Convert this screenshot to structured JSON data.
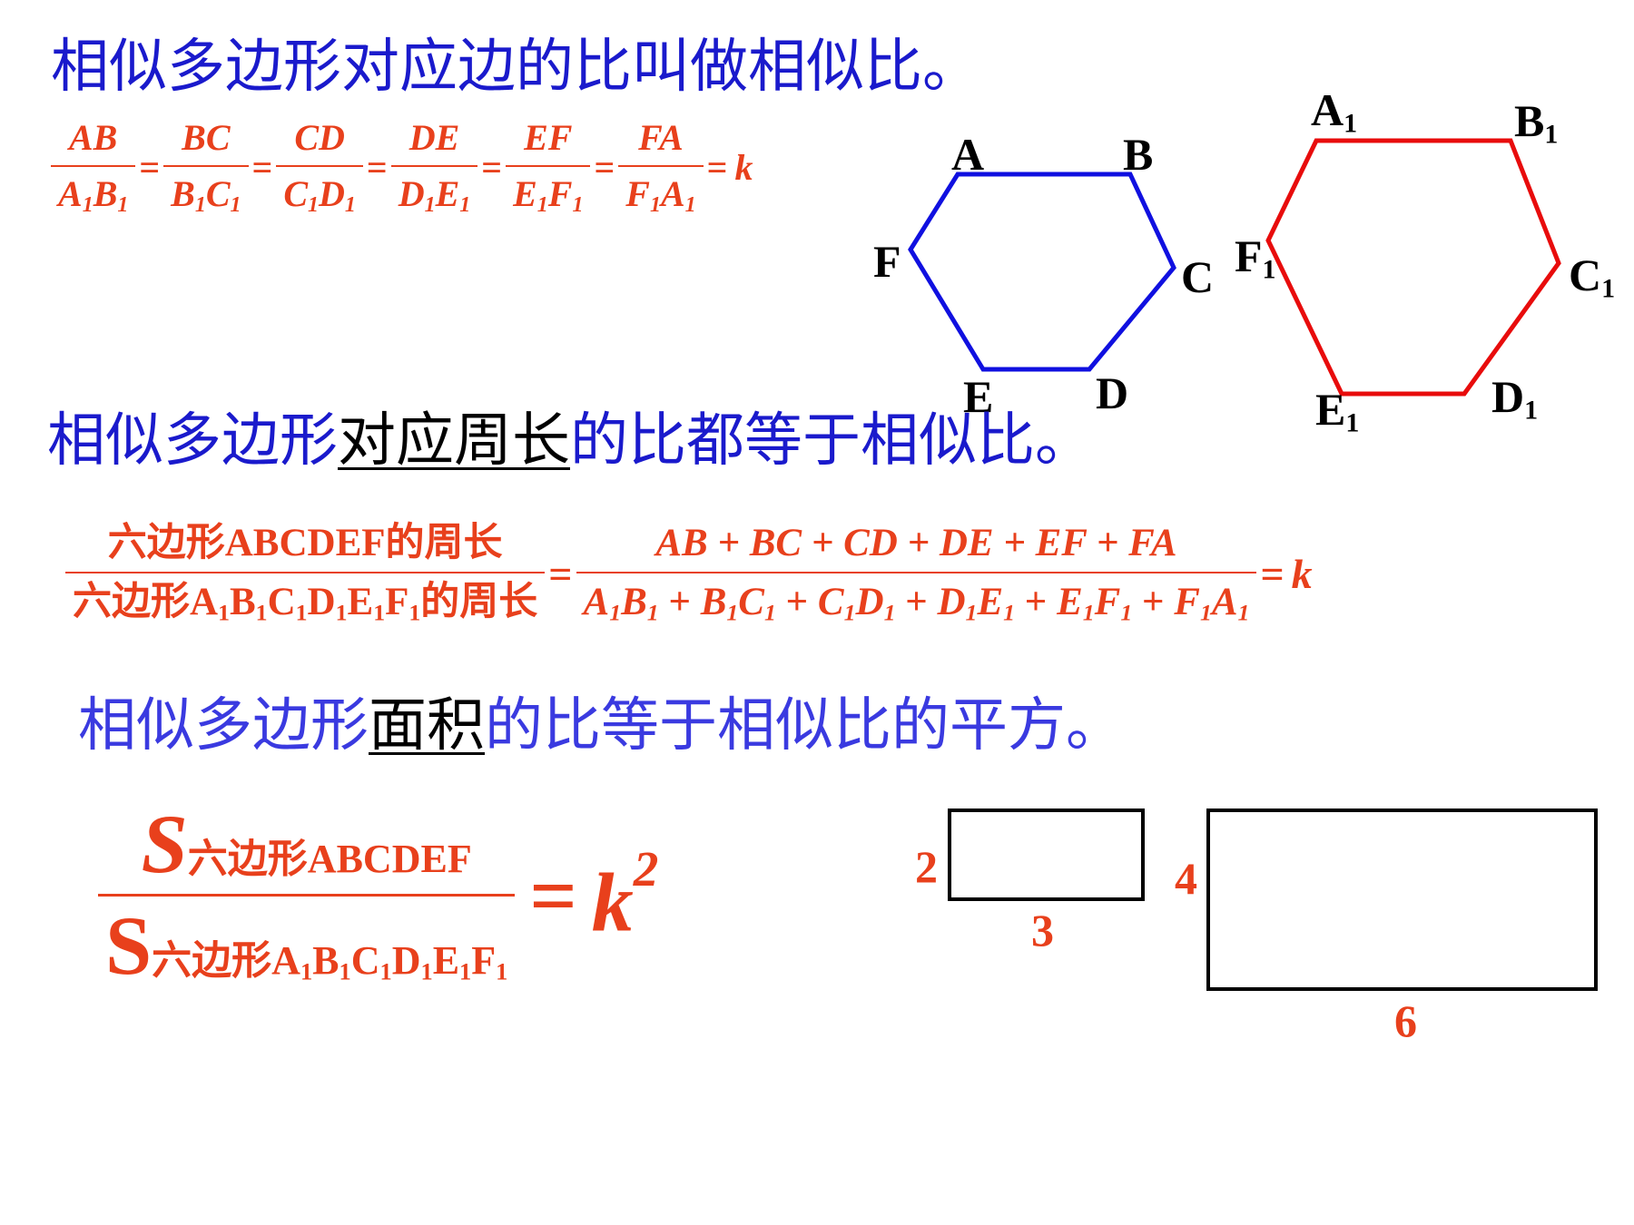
{
  "headings": {
    "line1": "相似多边形对应边的比叫做相似比。",
    "line2_pre": "相似多边形",
    "line2_ul": "对应周长",
    "line2_post": "的比都等于相似比。",
    "line3_pre": "相似多边形",
    "line3_ul": "面积",
    "line3_post": "的比等于相似比的平方。"
  },
  "ratio_chain": {
    "fractions": [
      {
        "num": "AB",
        "den": [
          "A",
          "B"
        ]
      },
      {
        "num": "BC",
        "den": [
          "B",
          "C"
        ]
      },
      {
        "num": "CD",
        "den": [
          "C",
          "D"
        ]
      },
      {
        "num": "DE",
        "den": [
          "D",
          "E"
        ]
      },
      {
        "num": "EF",
        "den": [
          "E",
          "F"
        ]
      },
      {
        "num": "FA",
        "den": [
          "F",
          "A"
        ]
      }
    ],
    "equals": "=",
    "result": "k",
    "subscript": "1"
  },
  "perimeter": {
    "num_cn_pre": "六边形",
    "num_latin": "ABCDEF",
    "num_cn_post": "的周长",
    "den_cn_pre": "六边形",
    "den_letters": [
      "A",
      "B",
      "C",
      "D",
      "E",
      "F"
    ],
    "den_cn_post": "的周长",
    "sum_num": "AB + BC + CD + DE + EF + FA",
    "sum_den_terms": [
      [
        "A",
        "B"
      ],
      [
        "B",
        "C"
      ],
      [
        "C",
        "D"
      ],
      [
        "D",
        "E"
      ],
      [
        "E",
        "F"
      ],
      [
        "F",
        "A"
      ]
    ],
    "plus": "+",
    "result": "k"
  },
  "area": {
    "s_num": "S",
    "s_den": "S",
    "cn": "六边形",
    "num_latin": "ABCDEF",
    "den_letters": [
      "A",
      "B",
      "C",
      "D",
      "E",
      "F"
    ],
    "result": "k",
    "power": "2"
  },
  "hexagon_small": {
    "color": "#1010e0",
    "labels": {
      "A": "A",
      "B": "B",
      "C": "C",
      "D": "D",
      "E": "E",
      "F": "F"
    }
  },
  "hexagon_large": {
    "color": "#e80c0c",
    "labels": {
      "A": "A",
      "B": "B",
      "C": "C",
      "D": "D",
      "E": "E",
      "F": "F"
    },
    "subscript": "1"
  },
  "rect_small": {
    "height": "2",
    "width": "3"
  },
  "rect_large": {
    "height": "4",
    "width": "6"
  }
}
